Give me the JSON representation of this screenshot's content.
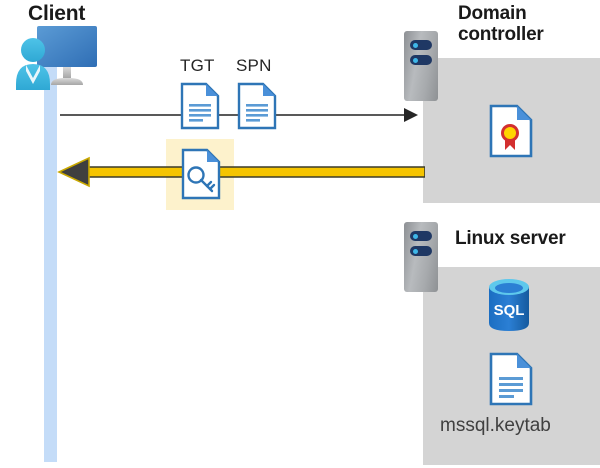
{
  "diagram": {
    "title_client": "Client",
    "title_domain_controller": "Domain controller",
    "title_linux_server": "Linux server",
    "colors": {
      "panel_gray": "#d4d4d4",
      "lifeline_blue": "#c4dcf8",
      "highlight_yellow": "#fdf2cc",
      "arrow_yellow": "#f5c400",
      "arrow_gray": "#595959",
      "doc_blue": "#2e75b6",
      "accent_cyan": "#3fb7e8",
      "server_navy": "#1f3864",
      "cert_gold": "#ffd400",
      "cert_red": "#d32f2f",
      "sql_blue": "#1b6ec2"
    }
  },
  "client": {
    "label": "Client",
    "icon": "client-computer-user-icon"
  },
  "documents": {
    "tgt": {
      "label": "TGT",
      "icon": "document-icon"
    },
    "spn": {
      "label": "SPN",
      "icon": "document-icon"
    },
    "ticket": {
      "label": "",
      "icon": "key-document-icon",
      "highlighted": true
    }
  },
  "domain_controller": {
    "label": "Domain controller",
    "label_line1": "Domain",
    "label_line2": "controller",
    "server_icon": "server-rack-icon",
    "contents": [
      {
        "name": "certificate",
        "icon": "certificate-document-icon",
        "label": ""
      }
    ]
  },
  "linux_server": {
    "label": "Linux server",
    "server_icon": "server-rack-icon",
    "contents": [
      {
        "name": "sql-database",
        "icon": "sql-database-icon",
        "label": "SQL"
      },
      {
        "name": "keytab-file",
        "icon": "document-icon",
        "label": "mssql.keytab"
      }
    ]
  },
  "connectors": {
    "request": {
      "name": "client-to-domain-controller",
      "direction": "right",
      "color": "#595959",
      "style": "thin-arrow"
    },
    "response": {
      "name": "domain-controller-to-client",
      "direction": "left",
      "color": "#f5c400",
      "style": "thick-outlined-arrow"
    }
  }
}
